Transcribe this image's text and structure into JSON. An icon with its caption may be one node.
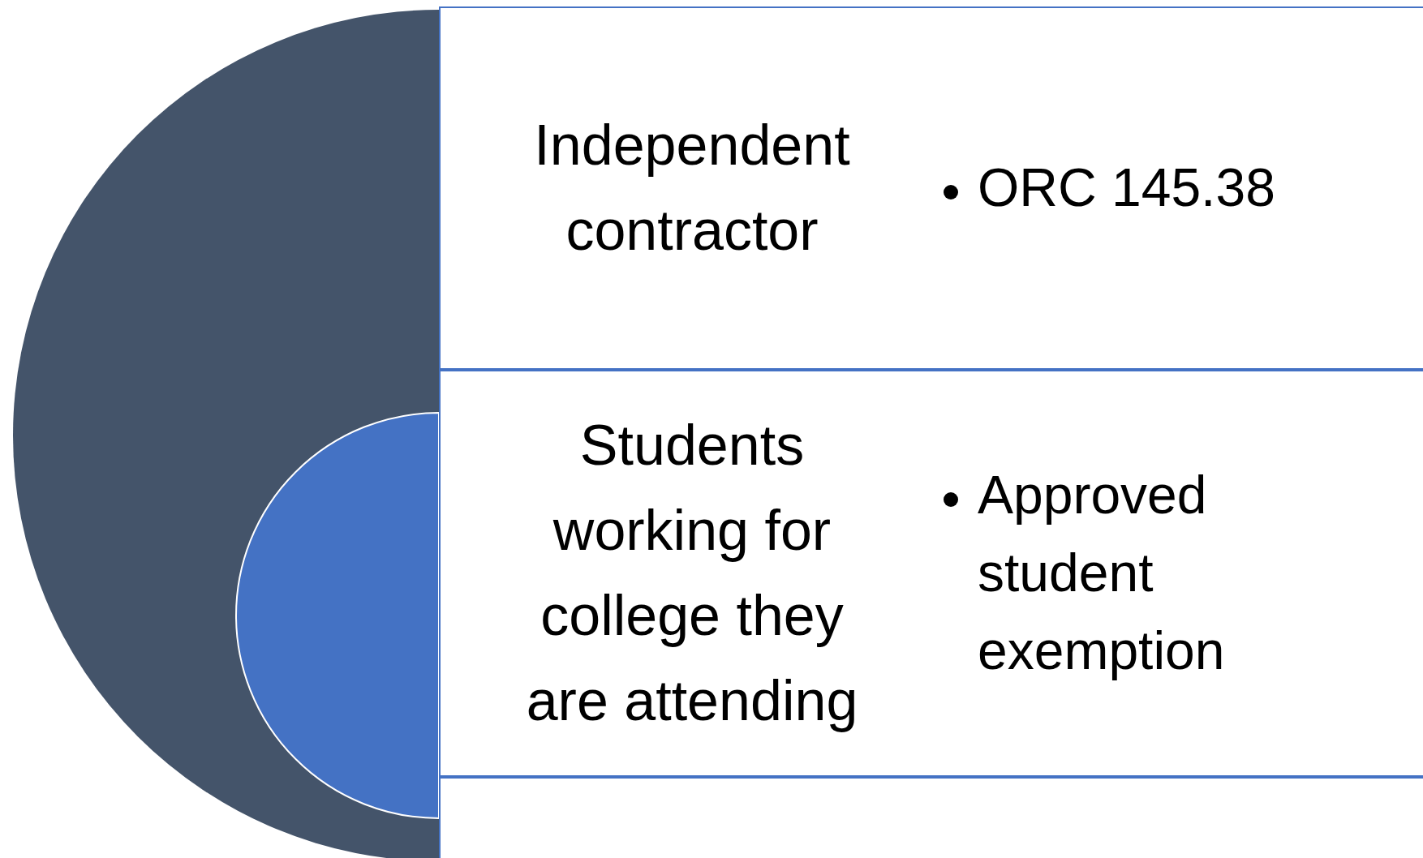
{
  "diagram": {
    "nodes": [
      {
        "text": [
          "Independent contractor",
          "ORC 145.38"
        ]
      },
      {
        "text": [
          "Students working for college they are attending",
          "Approved student exemption"
        ]
      },
      {
        "text": [],
        "shape": "box"
      }
    ]
  }
}
